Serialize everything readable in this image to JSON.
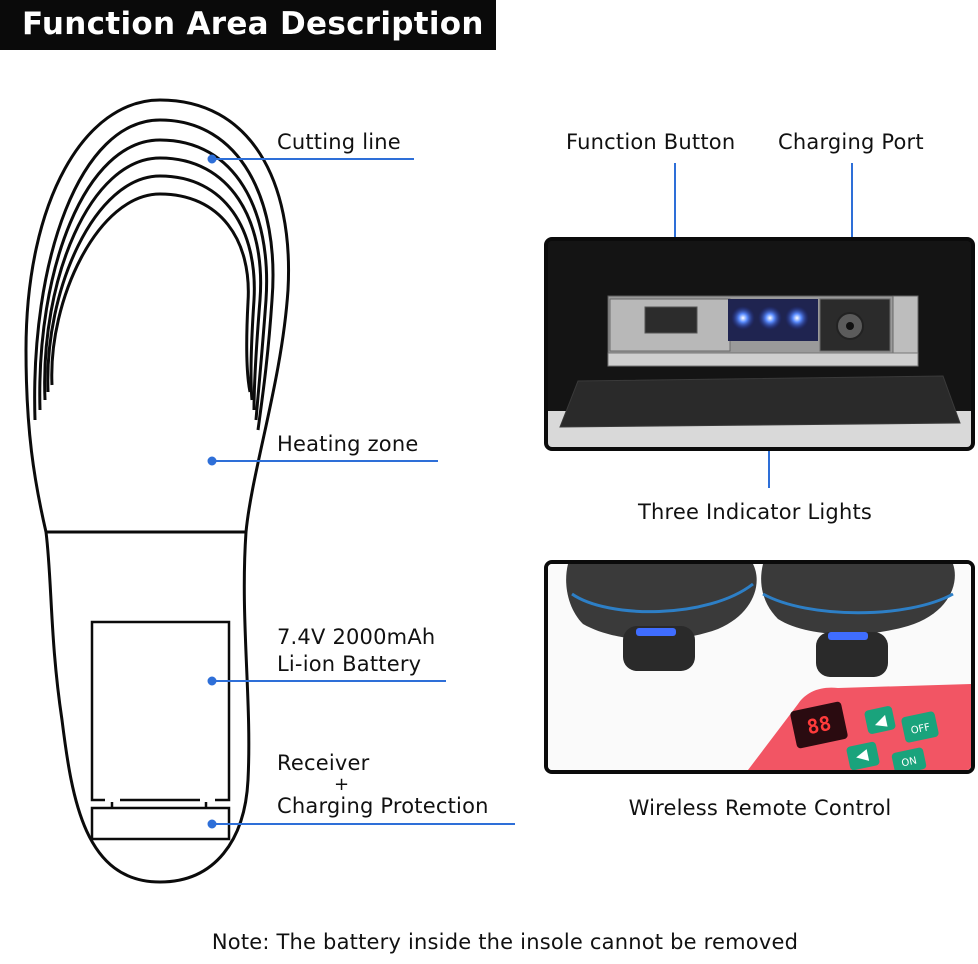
{
  "title": "Function Area Description",
  "insole_labels": {
    "cutting_line": "Cutting line",
    "heating_zone": "Heating zone",
    "battery_line1": "7.4V 2000mAh",
    "battery_line2": "Li-ion Battery",
    "receiver_line1": "Receiver",
    "receiver_plus": "+",
    "receiver_line2": "Charging Protection"
  },
  "module_labels": {
    "function_button": "Function Button",
    "charging_port": "Charging Port",
    "indicator_lights": "Three Indicator Lights"
  },
  "remote": {
    "caption": "Wireless Remote Control",
    "display": "88",
    "off_button": "OFF",
    "on_button": "ON"
  },
  "note": "Note: The battery inside the insole cannot be removed",
  "colors": {
    "pointer": "#2e6fd8",
    "indicator_led": "#3a6cff",
    "remote_body": "#f25564",
    "remote_key": "#1aa37c"
  }
}
